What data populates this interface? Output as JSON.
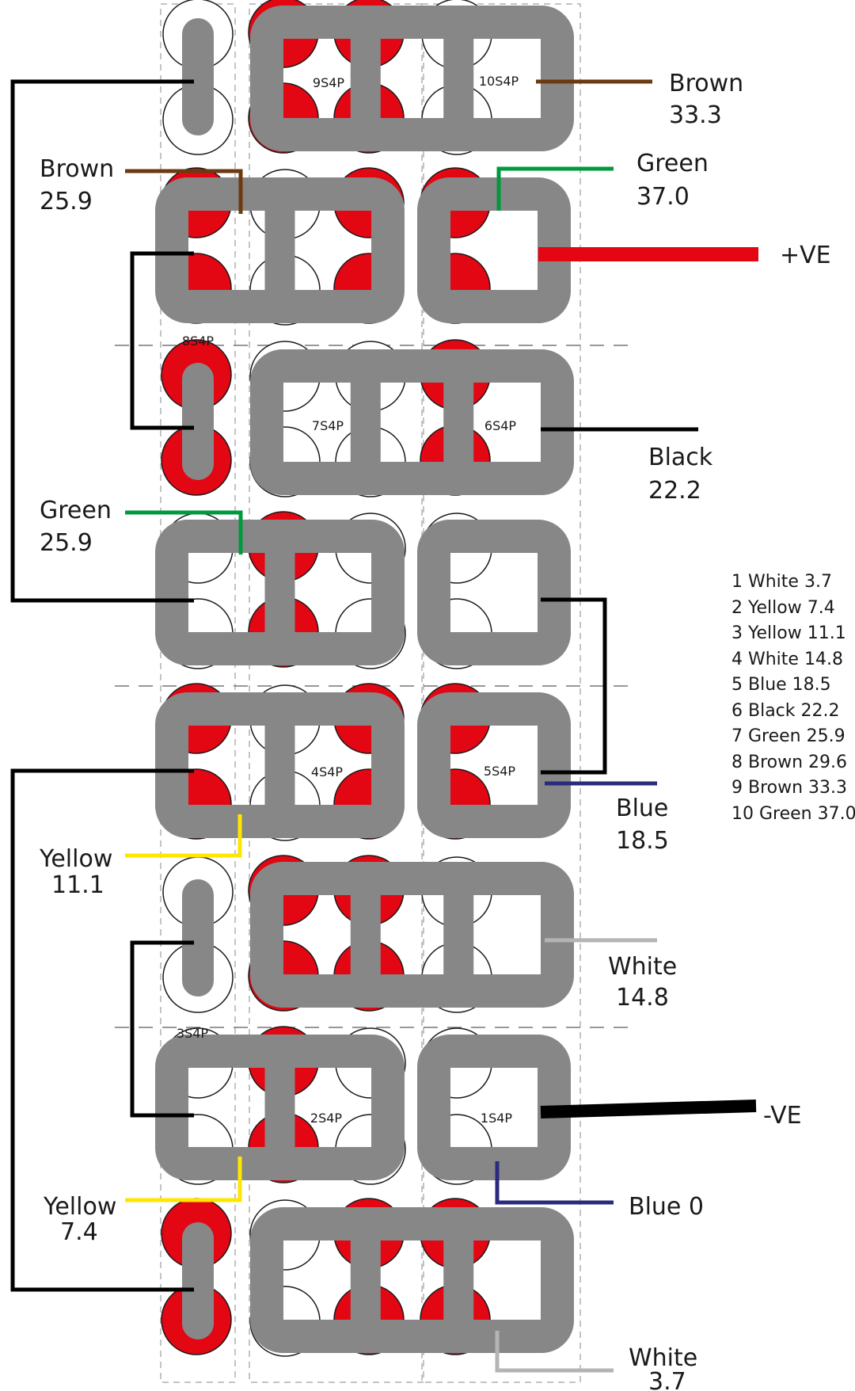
{
  "colors": {
    "cell_red": "#e30613",
    "bus_gray": "#878787",
    "wire_black": "#000000",
    "wire_brown": "#6b3a10",
    "wire_green": "#009a3e",
    "wire_yellow": "#ffe600",
    "wire_blue": "#2b2a7d",
    "wire_white": "#b4b4b4",
    "positive_red": "#e30613",
    "guide_gray": "#b0b0b0"
  },
  "modules": {
    "m9": "9S4P",
    "m10": "10S4P",
    "m8": "8S4P",
    "m7": "7S4P",
    "m6": "6S4P",
    "m4": "4S4P",
    "m5": "5S4P",
    "m3": "3S4P",
    "m2": "2S4P",
    "m1": "1S4P"
  },
  "wire_labels": {
    "brown_top": {
      "color": "Brown",
      "voltage": "33.3"
    },
    "green_top": {
      "color": "Green",
      "voltage": "37.0"
    },
    "positive": "+VE",
    "brown_left": {
      "color": "Brown",
      "voltage": "25.9"
    },
    "black_right": {
      "color": "Black",
      "voltage": "22.2"
    },
    "green_left": {
      "color": "Green",
      "voltage": "25.9"
    },
    "blue_right": {
      "color": "Blue",
      "voltage": "18.5"
    },
    "yellow_left_upper": {
      "color": "Yellow",
      "voltage": "11.1"
    },
    "white_right": {
      "color": "White",
      "voltage": "14.8"
    },
    "negative": "-VE",
    "blue_bottom": "Blue 0",
    "yellow_left_lower": {
      "color": "Yellow",
      "voltage": "7.4"
    },
    "white_bottom": {
      "color": "White",
      "voltage": "3.7"
    }
  },
  "legend": [
    "1 White 3.7",
    "2 Yellow 7.4",
    "3 Yellow 11.1",
    "4 White 14.8",
    "5 Blue 18.5",
    "6 Black 22.2",
    "7 Green 25.9",
    "8 Brown 29.6",
    "9 Brown 33.3",
    "10 Green 37.0"
  ]
}
